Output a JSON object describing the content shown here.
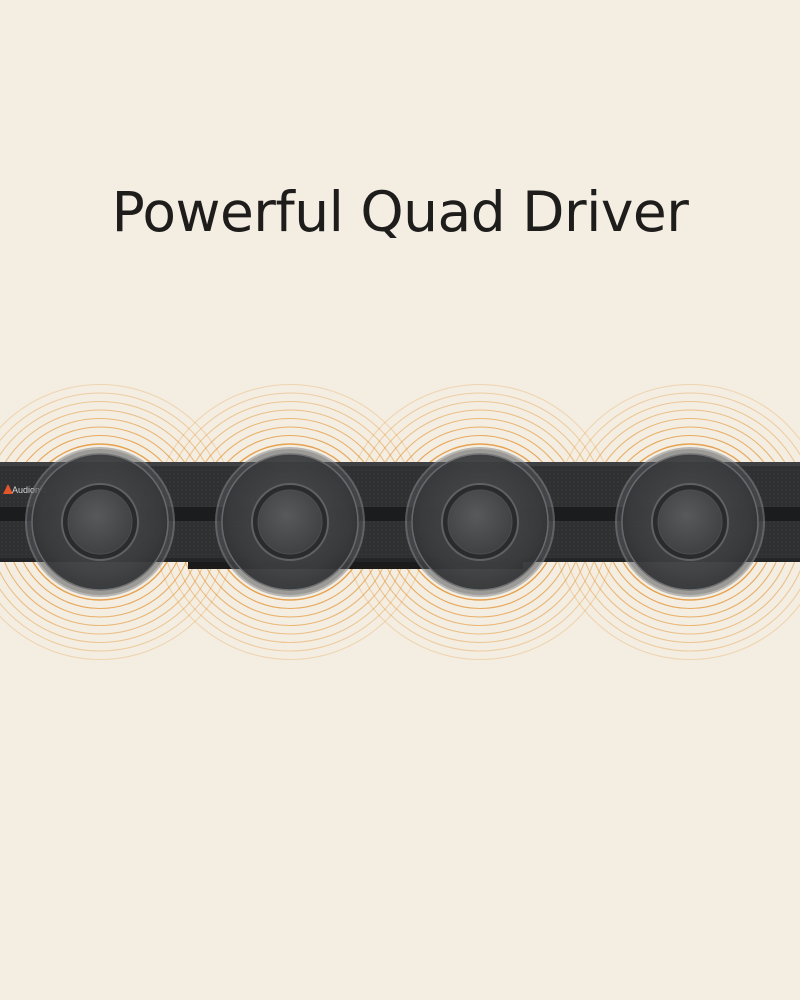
{
  "headline": "Powerful Quad Driver",
  "brand_logo_text": "Audionic",
  "colors": {
    "background": "#f4eee2",
    "headline": "#1e1d1b",
    "sound_wave": "#e39436",
    "soundbar_body": "#2d2e30",
    "driver_ring": "#7a7a7a"
  },
  "drivers": [
    {
      "name": "driver-1"
    },
    {
      "name": "driver-2"
    },
    {
      "name": "driver-3"
    },
    {
      "name": "driver-4"
    }
  ]
}
